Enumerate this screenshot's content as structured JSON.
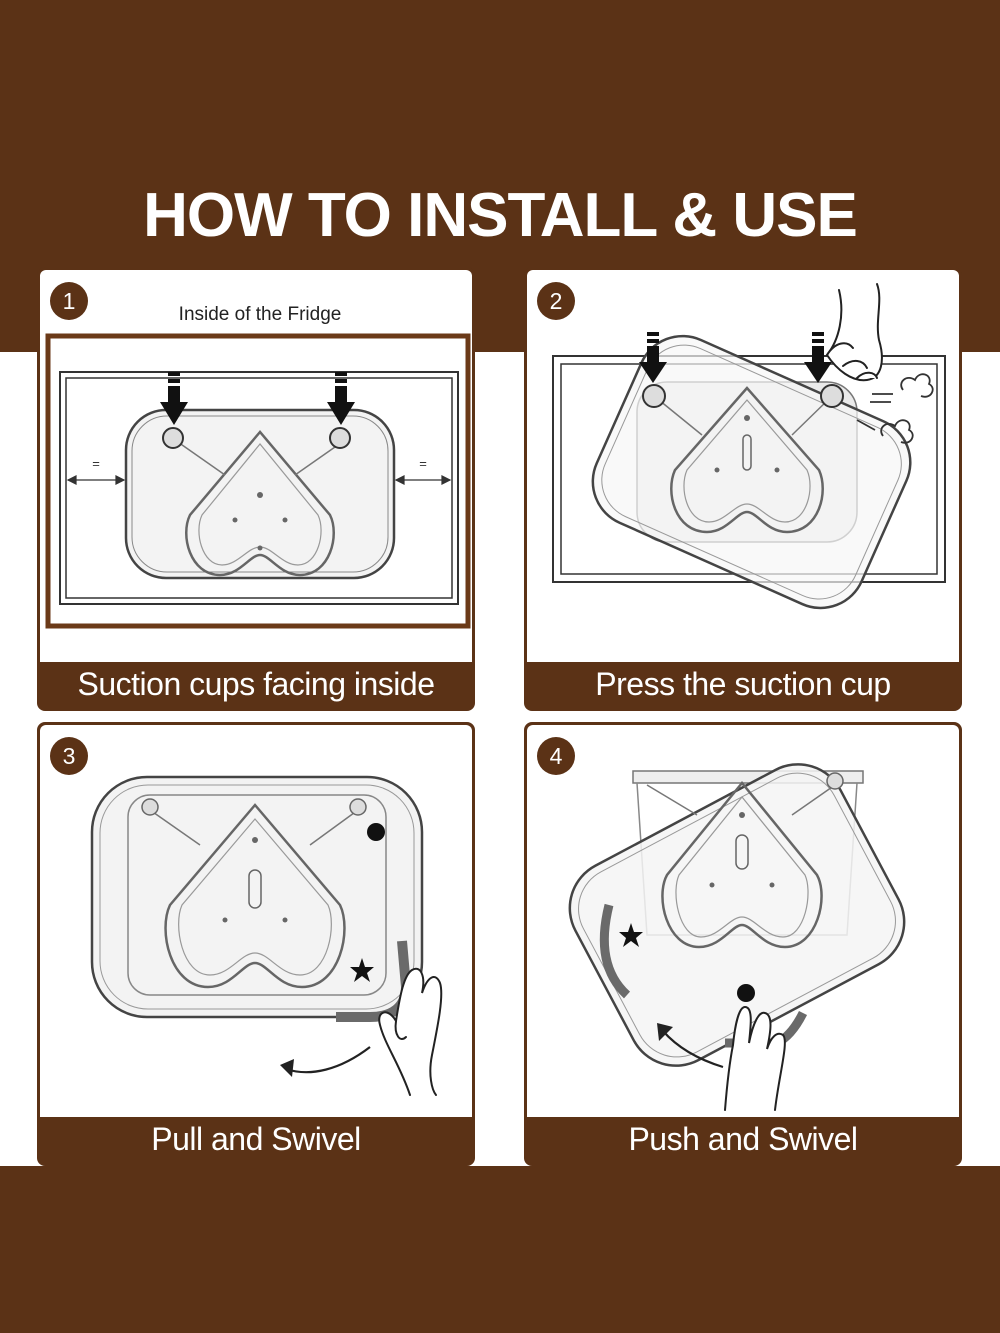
{
  "title": "HOW TO INSTALL & USE",
  "colors": {
    "brand_brown": "#5b3216",
    "panel_white": "#ffffff",
    "line": "#333333"
  },
  "steps": [
    {
      "number": "1",
      "caption": "Suction cups facing inside",
      "label": "Inside of the Fridge",
      "equal_mark": "="
    },
    {
      "number": "2",
      "caption": "Press the suction cup"
    },
    {
      "number": "3",
      "caption": "Pull and Swivel"
    },
    {
      "number": "4",
      "caption": "Push and Swivel"
    }
  ]
}
